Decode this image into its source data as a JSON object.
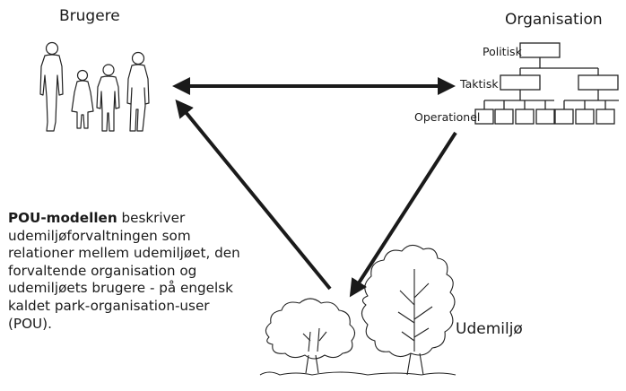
{
  "labels": {
    "users": "Brugere",
    "organisation": "Organisation",
    "political": "Politisk",
    "tactical": "Taktisk",
    "operational": "Operationel",
    "environment": "Udemiljø"
  },
  "description": {
    "bold": "POU-modellen",
    "rest": " beskriver udemiljøforvaltningen som relationer mellem udemiljøet, den forvaltende organisation og udemiljøets brugere - på engelsk kaldet park-organisation-user (POU)."
  },
  "icons": [
    "people-icon",
    "org-chart-icon",
    "trees-icon"
  ],
  "colors": {
    "ink": "#1a1a1a"
  }
}
